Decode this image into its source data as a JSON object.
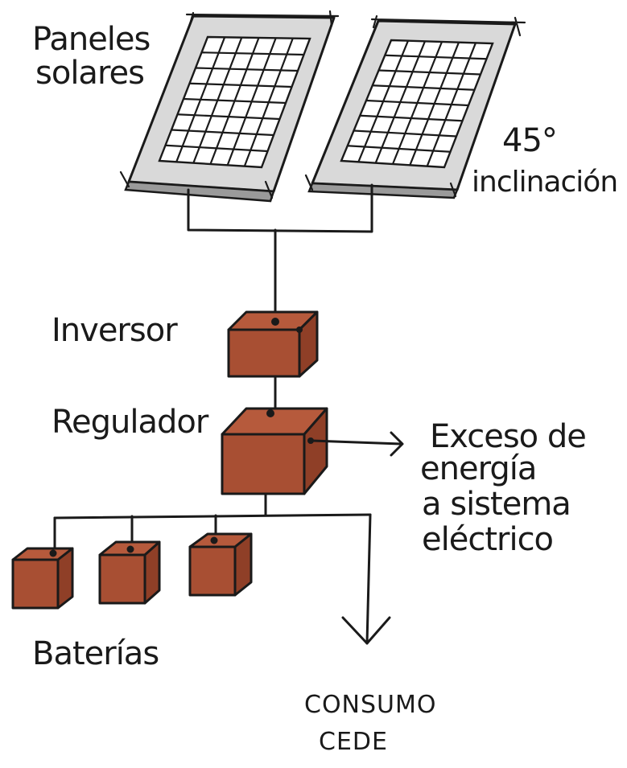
{
  "labels": {
    "panels_line1": "Paneles",
    "panels_line2": "solares",
    "angle_value": "45°",
    "angle_word": "inclinación",
    "inverter": "Inversor",
    "regulator": "Regulador",
    "excess_line1": "Exceso de",
    "excess_line2": "energía",
    "excess_line3": "a sistema",
    "excess_line4": "eléctrico",
    "batteries": "Baterías",
    "consumption_line1": "CONSUMO",
    "consumption_line2": "CEDE"
  },
  "colors": {
    "component_fill": "#a84f33",
    "panel_frame": "#d9d9d9",
    "ink": "#1a1a1a"
  }
}
